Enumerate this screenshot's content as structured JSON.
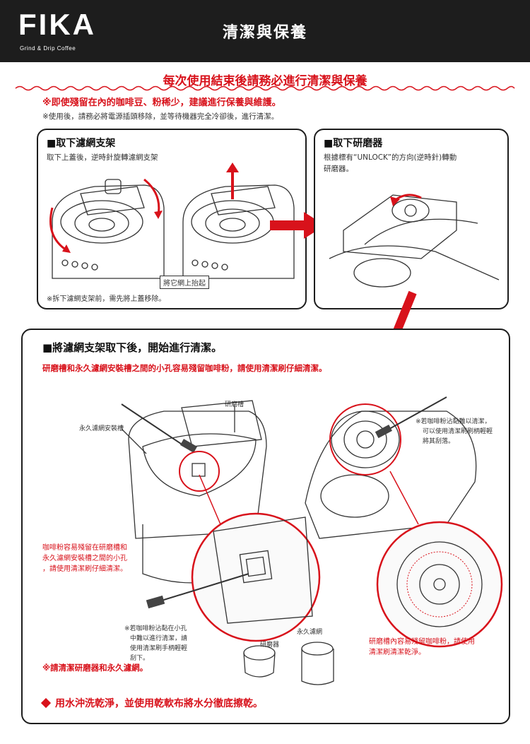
{
  "header": {
    "logo": "FIKA",
    "logo_subtitle": "Grind & Drip Coffee",
    "title": "清潔與保養"
  },
  "main_heading": "每次使用結束後請務必進行清潔與保養",
  "warning_red": "※即使殘留在內的咖啡豆、粉稀少，建議進行保養與維護。",
  "warning_note": "※使用後，請務必將電源插頭移除，並等待機器完全冷卻後，進行清潔。",
  "panel1": {
    "title": "■取下濾網支架",
    "desc": "取下上蓋後，逆時針旋轉濾網支架",
    "lift_label": "將它網上抬起",
    "note": "※拆下濾網支架前，需先將上蓋移除。"
  },
  "panel2": {
    "title": "■取下研磨器",
    "desc_line1": "根據標有“UNLOCK”的方向(逆時針)轉動",
    "desc_line2": "研磨器。"
  },
  "panel3": {
    "title": "■將濾網支架取下後，開始進行清潔。",
    "red_desc": "研磨槽和永久濾網安裝槽之間的小孔容易殘留咖啡粉，請使用清潔刷仔細清潔。",
    "label_grinder_slot": "研磨槽",
    "label_filter_slot": "永久濾網安裝槽",
    "callout_right_1": "※若咖啡粉沾黏難以清潔，",
    "callout_right_2": "可以使用清潔刷刷柄輕輕",
    "callout_right_3": "將其刮落。",
    "red_note_1": "咖啡粉容易殘留在研磨槽和",
    "red_note_2": "永久濾網安裝槽之間的小孔",
    "red_note_3": "，請使用清潔刷仔細清潔。",
    "callout_bottom_1": "※若咖啡粉沾黏在小孔",
    "callout_bottom_2": "中難以進行清潔，請",
    "callout_bottom_3": "使用清潔刷手柄輕輕",
    "callout_bottom_4": "刮下。",
    "label_grinder": "研磨器",
    "label_permanent_filter": "永久濾網",
    "red_right_1": "研磨槽內容易殘留咖啡粉，請使用",
    "red_right_2": "清潔刷清潔乾淨。",
    "clean_parts": "※請清潔研磨器和永久濾網。"
  },
  "final_step": "用水沖洗乾淨，並使用乾軟布將水分徹底擦乾。",
  "colors": {
    "accent": "#d8121b",
    "dark": "#1d1d1d"
  }
}
